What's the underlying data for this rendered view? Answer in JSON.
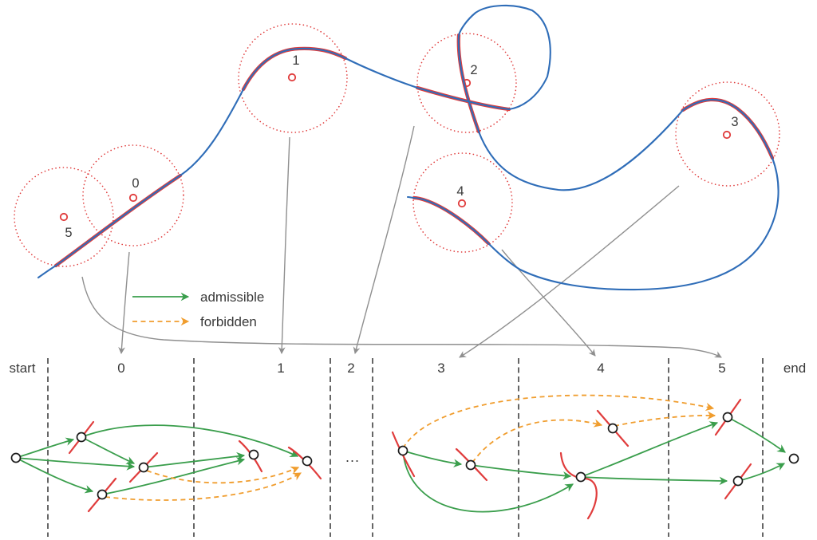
{
  "colors": {
    "trajectory_blue": "#2f6db8",
    "waypoint_red": "#e03c3c",
    "admissible_green": "#3a9e4c",
    "forbidden_orange": "#f09d2e",
    "mapping_arrow_gray": "#8f8f8f",
    "node_stroke": "#1a1a1a",
    "separator_black": "#333333",
    "text": "#3a3a3a"
  },
  "trajectory": {
    "waypoints": [
      {
        "label": "0"
      },
      {
        "label": "1"
      },
      {
        "label": "2"
      },
      {
        "label": "3"
      },
      {
        "label": "4"
      },
      {
        "label": "5"
      }
    ]
  },
  "legend": {
    "admissible": "admissible",
    "forbidden": "forbidden"
  },
  "graph": {
    "columns": [
      {
        "label": "start"
      },
      {
        "label": "0"
      },
      {
        "label": "1"
      },
      {
        "label": "2"
      },
      {
        "label": "3"
      },
      {
        "label": "4"
      },
      {
        "label": "5"
      },
      {
        "label": "end"
      }
    ],
    "ellipsis": "..."
  }
}
